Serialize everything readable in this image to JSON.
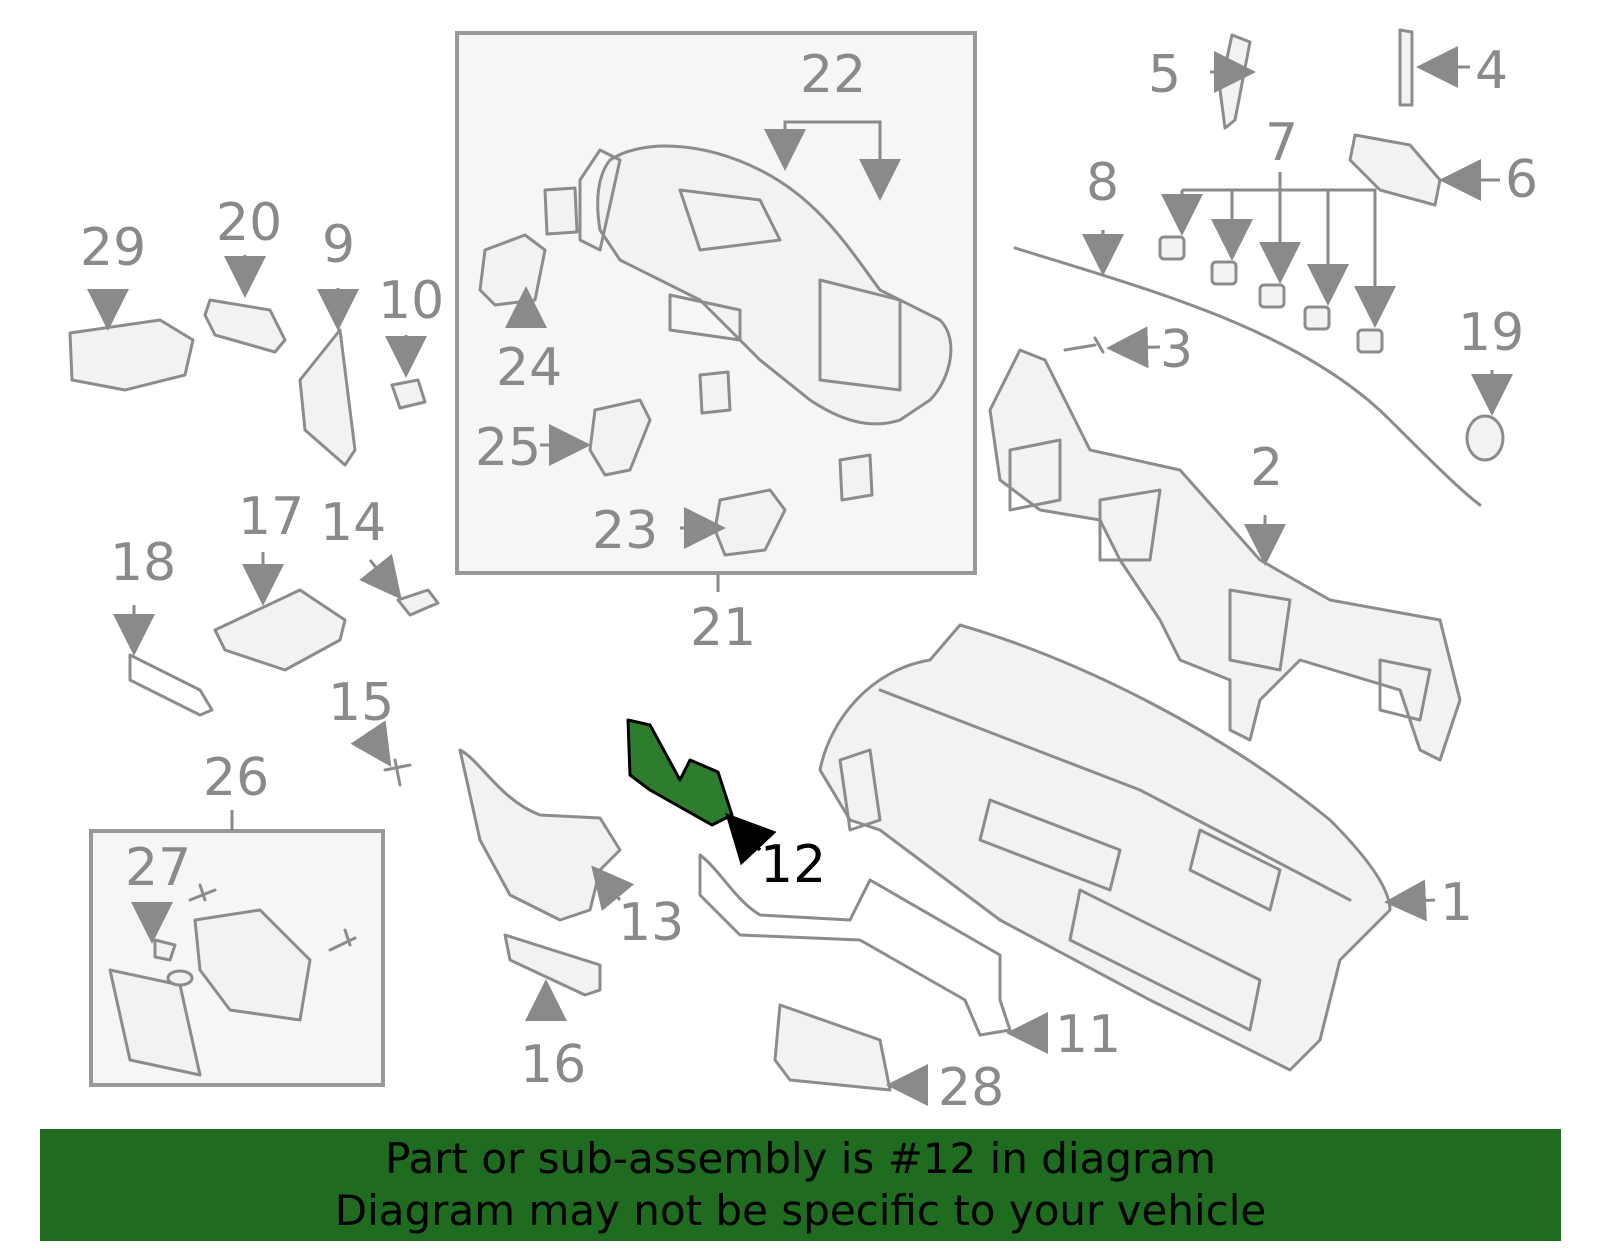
{
  "diagram": {
    "callouts": [
      "1",
      "2",
      "3",
      "4",
      "5",
      "6",
      "7",
      "8",
      "9",
      "10",
      "11",
      "12",
      "13",
      "14",
      "15",
      "16",
      "17",
      "18",
      "19",
      "20",
      "21",
      "22",
      "23",
      "24",
      "25",
      "26",
      "27",
      "28",
      "29"
    ],
    "highlighted_part": "12",
    "highlight_color": "#2e7d2e",
    "line_color": "#8c8c8c"
  },
  "banner": {
    "line1": "Part or sub-assembly is #12 in diagram",
    "line2": "Diagram may not be specific to your vehicle",
    "background": "#1f6b1f"
  }
}
